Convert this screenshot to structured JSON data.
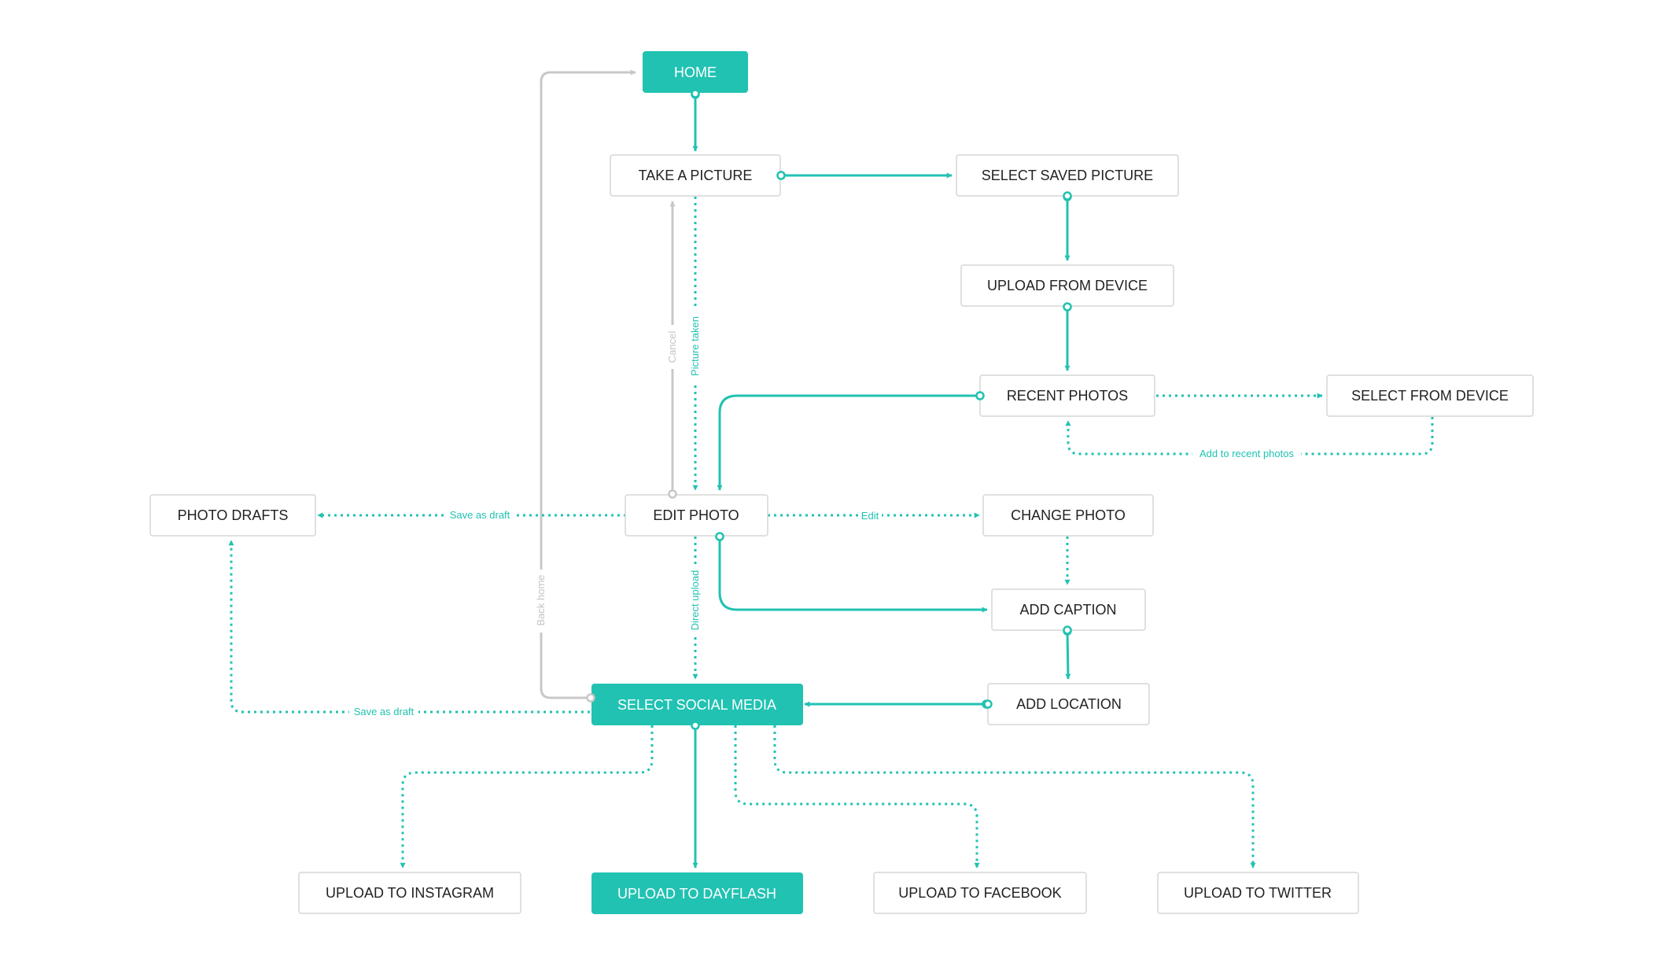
{
  "colors": {
    "accent": "#21c2b2",
    "gray": "#c8c8c8",
    "node_border": "#d6d6d6",
    "node_text": "#222222",
    "filled_text": "#ffffff",
    "gray_label": "#c4c4c4"
  },
  "nodes": {
    "home": "HOME",
    "take_picture": "TAKE A PICTURE",
    "select_saved": "SELECT SAVED PICTURE",
    "upload_device": "UPLOAD FROM DEVICE",
    "recent_photos": "RECENT PHOTOS",
    "select_from_device": "SELECT FROM DEVICE",
    "photo_drafts": "PHOTO DRAFTS",
    "edit_photo": "EDIT PHOTO",
    "change_photo": "CHANGE PHOTO",
    "add_caption": "ADD CAPTION",
    "select_social": "SELECT SOCIAL MEDIA",
    "add_location": "ADD LOCATION",
    "upload_instagram": "UPLOAD TO INSTAGRAM",
    "upload_dayflash": "UPLOAD TO DAYFLASH",
    "upload_facebook": "UPLOAD TO FACEBOOK",
    "upload_twitter": "UPLOAD TO TWITTER"
  },
  "edge_labels": {
    "picture_taken": "Picture taken",
    "cancel": "Cancel",
    "add_to_recent": "Add to recent photos",
    "save_as_draft_top": "Save as draft",
    "edit": "Edit",
    "back_home": "Back home",
    "direct_upload": "Direct upload",
    "save_as_draft_bottom": "Save as draft"
  }
}
